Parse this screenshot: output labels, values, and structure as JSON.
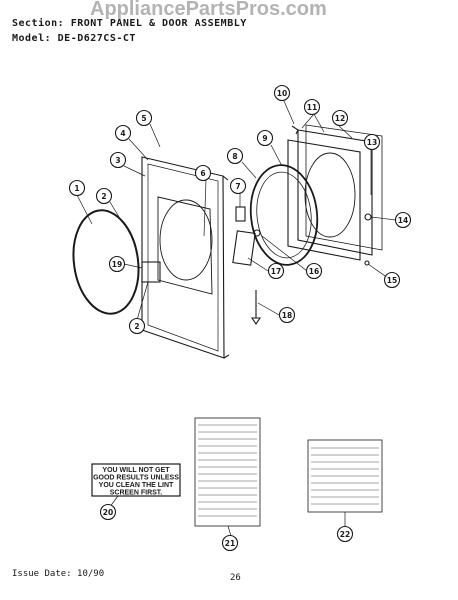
{
  "header": {
    "section_label": "Section:",
    "section_value": "FRONT PANEL & DOOR ASSEMBLY",
    "model_label": "Model:",
    "model_value": "DE-D627CS-CT"
  },
  "watermark": "AppliancePartsPros.com",
  "callouts": [
    "1",
    "2",
    "2",
    "3",
    "4",
    "5",
    "6",
    "7",
    "8",
    "9",
    "10",
    "11",
    "12",
    "13",
    "14",
    "15",
    "16",
    "17",
    "18",
    "19",
    "20",
    "21",
    "22"
  ],
  "label_20": [
    "YOU WILL NOT GET",
    "GOOD RESULTS UNLESS",
    "YOU CLEAN THE LINT",
    "SCREEN FIRST."
  ],
  "footer": {
    "issue_date": "Issue Date: 10/90",
    "page_number": "26"
  }
}
